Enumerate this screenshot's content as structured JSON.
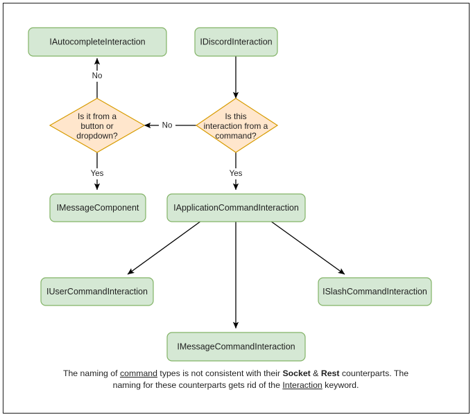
{
  "diagram": {
    "title": "Discord interaction type hierarchy flowchart",
    "colors": {
      "box_fill": "#d5e8d4",
      "box_stroke": "#82b366",
      "diamond_fill": "#ffe6cc",
      "diamond_stroke": "#d79b00",
      "edge": "#000000",
      "text": "#1f1f1f",
      "frame": "#1a1a1a",
      "background": "#ffffff"
    },
    "nodes": [
      {
        "id": "autocomplete",
        "type": "box",
        "label": "IAutocompleteInteraction"
      },
      {
        "id": "discord",
        "type": "box",
        "label": "IDiscordInteraction"
      },
      {
        "id": "button_dropdown",
        "type": "diamond",
        "lines": [
          "Is it from a",
          "button or",
          "dropdown?"
        ]
      },
      {
        "id": "from_command",
        "type": "diamond",
        "lines": [
          "Is this",
          "interaction from a",
          "command?"
        ]
      },
      {
        "id": "message_component",
        "type": "box",
        "label": "IMessageComponent"
      },
      {
        "id": "app_command",
        "type": "box",
        "label": "IApplicationCommandInteraction"
      },
      {
        "id": "user_command",
        "type": "box",
        "label": "IUserCommandInteraction"
      },
      {
        "id": "slash_command",
        "type": "box",
        "label": "ISlashCommandInteraction"
      },
      {
        "id": "message_command",
        "type": "box",
        "label": "IMessageCommandInteraction"
      }
    ],
    "edges": [
      {
        "id": "edge-discord-to-from-command",
        "from": "discord",
        "to": "from_command",
        "label": ""
      },
      {
        "id": "edge-from-command-no",
        "from": "from_command",
        "to": "button_dropdown",
        "label": "No"
      },
      {
        "id": "edge-from-command-yes",
        "from": "from_command",
        "to": "app_command",
        "label": "Yes"
      },
      {
        "id": "edge-button-dropdown-no",
        "from": "button_dropdown",
        "to": "autocomplete",
        "label": "No"
      },
      {
        "id": "edge-button-dropdown-yes",
        "from": "button_dropdown",
        "to": "message_component",
        "label": "Yes"
      },
      {
        "id": "edge-app-to-user",
        "from": "app_command",
        "to": "user_command",
        "label": ""
      },
      {
        "id": "edge-app-to-message",
        "from": "app_command",
        "to": "message_command",
        "label": ""
      },
      {
        "id": "edge-app-to-slash",
        "from": "app_command",
        "to": "slash_command",
        "label": ""
      }
    ],
    "caption": {
      "line1_a": "The naming of ",
      "line1_underline": "command",
      "line1_b": " types is not consistent with their",
      "line2_bold1": "Socket",
      "line2_amp": " & ",
      "line2_bold2": "Rest",
      "line2_rest": " counterparts. The naming for these",
      "line3_a": "counterparts gets rid of the ",
      "line3_underline": "Interaction",
      "line3_b": " keyword."
    }
  }
}
